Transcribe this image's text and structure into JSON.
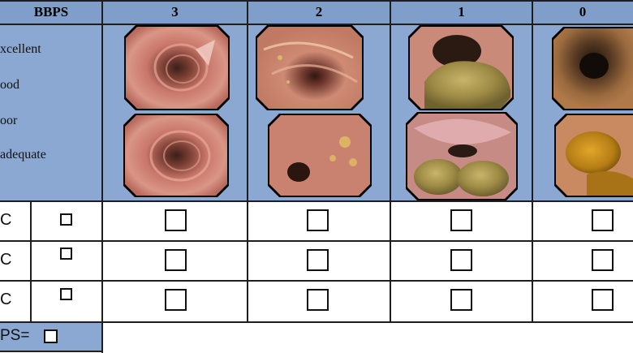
{
  "header": {
    "label": "BBPS",
    "scores": [
      "3",
      "2",
      "1",
      "0"
    ]
  },
  "quality_labels": [
    "xcellent",
    "ood",
    "oor",
    "adequate"
  ],
  "image_icons": {
    "r1": [
      "colon-clean-image",
      "colon-clean-image",
      "colon-stool-image",
      "colon-dark-image"
    ],
    "r2": [
      "colon-clean-image",
      "colon-mild-residue-image",
      "colon-solid-stool-image",
      "colon-yellow-stool-image"
    ]
  },
  "segment_rows": [
    {
      "label": "C"
    },
    {
      "label": "C"
    },
    {
      "label": "C"
    }
  ],
  "total": {
    "label": "PS="
  },
  "colors": {
    "header_blue": "#7f9ec9",
    "panel_blue": "#8aa8d2"
  }
}
